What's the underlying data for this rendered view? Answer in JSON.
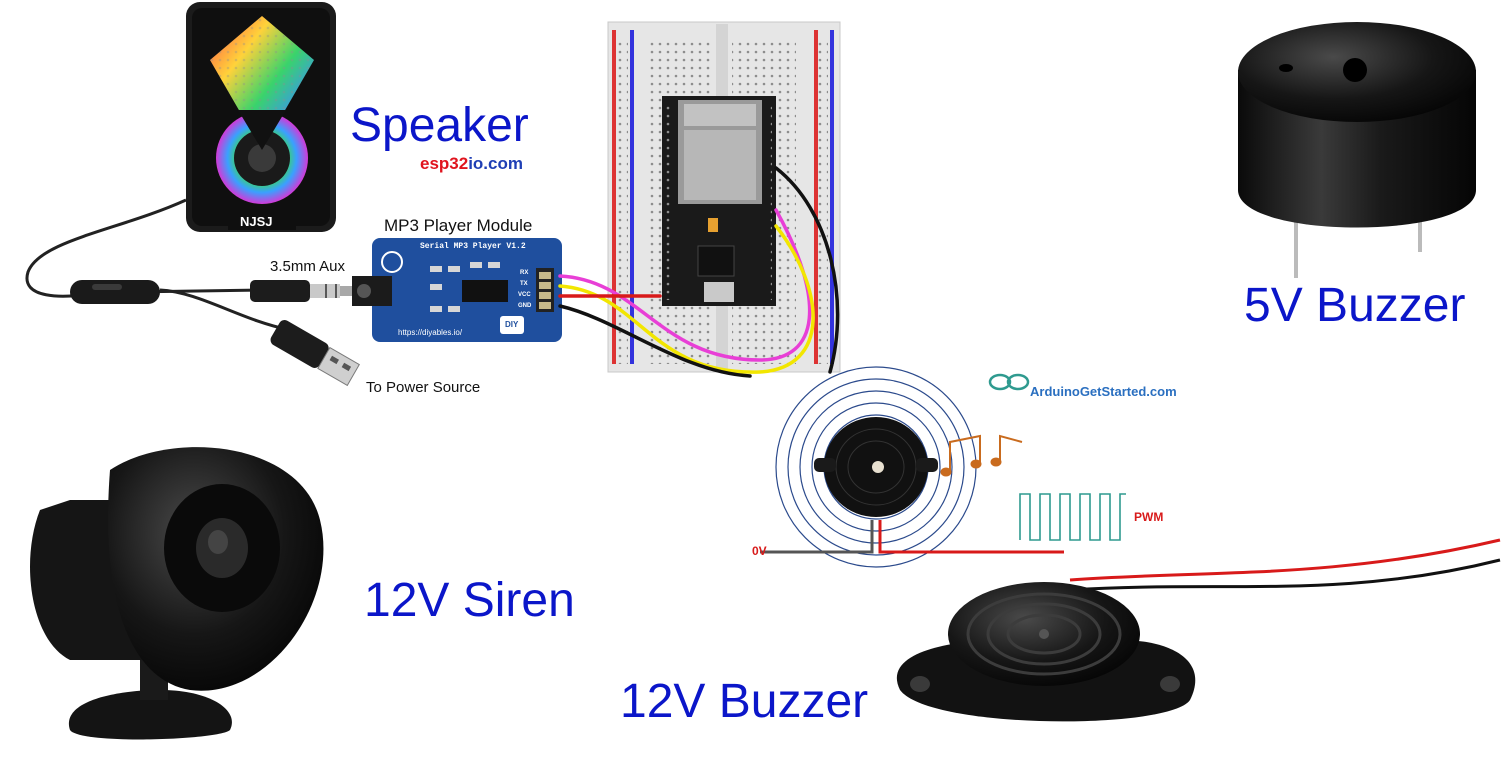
{
  "labels": {
    "speaker": "Speaker",
    "mp3_module": "MP3 Player Module",
    "aux": "3.5mm Aux",
    "power": "To Power Source",
    "buzzer_5v": "5V Buzzer",
    "siren_12v": "12V Siren",
    "buzzer_12v": "12V Buzzer",
    "pwm": "PWM",
    "zero_v": "0V"
  },
  "brands": {
    "esp32io_red": "esp32",
    "esp32io_blue": "io.com",
    "arduinogetstarted": "ArduinoGetStarted.com",
    "speaker_brand": "NJSJ"
  },
  "module": {
    "title": "Serial MP3 Player V1.2",
    "url": "https://diyables.io/",
    "pins": [
      "RX",
      "TX",
      "VCC",
      "GND"
    ],
    "logo": "DIY"
  },
  "colors": {
    "label_blue": "#0b16c9",
    "wire_pink": "#e83fd6",
    "wire_yellow": "#f2e600",
    "wire_red": "#d81a1a",
    "wire_black": "#111111",
    "module_blue": "#1f4f9e",
    "pwm_red": "#d81a1a",
    "signal_teal": "#2f9a8f"
  }
}
